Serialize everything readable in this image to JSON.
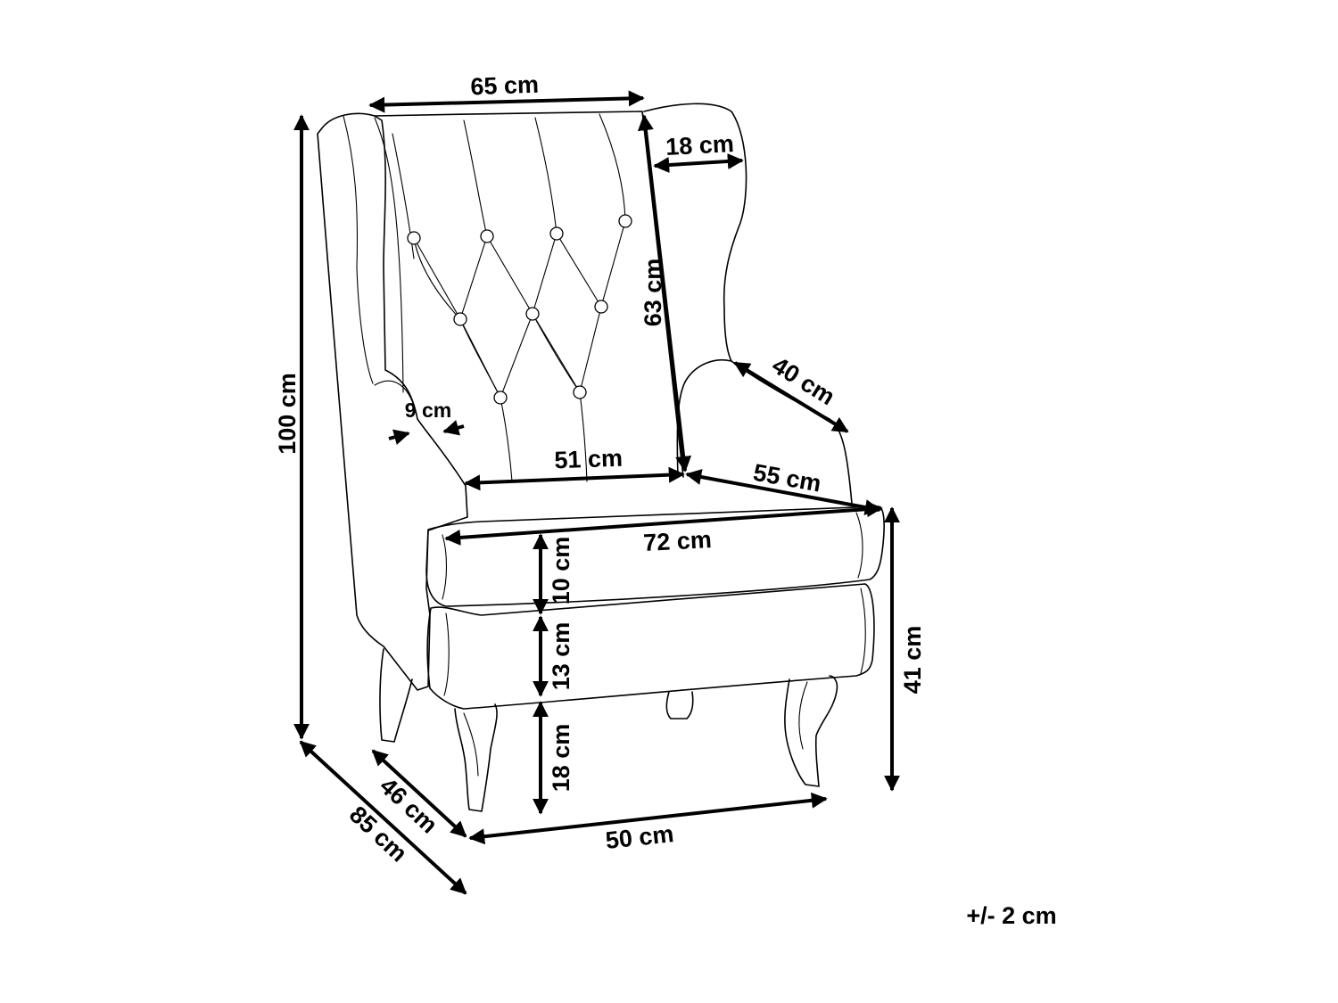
{
  "dimensions": {
    "total_height": "100 cm",
    "total_depth": "85 cm",
    "seat_depth": "46 cm",
    "front_width": "50 cm",
    "leg_height": "18 cm",
    "base_height": "13 cm",
    "cushion_height": "10 cm",
    "seat_height": "41 cm",
    "total_width": "72 cm",
    "inner_width": "51 cm",
    "arm_length": "55 cm",
    "arm_width": "9 cm",
    "arm_top_depth": "40 cm",
    "back_height": "63 cm",
    "wing_depth": "18 cm",
    "back_width": "65 cm"
  },
  "tolerance": "+/- 2 cm"
}
